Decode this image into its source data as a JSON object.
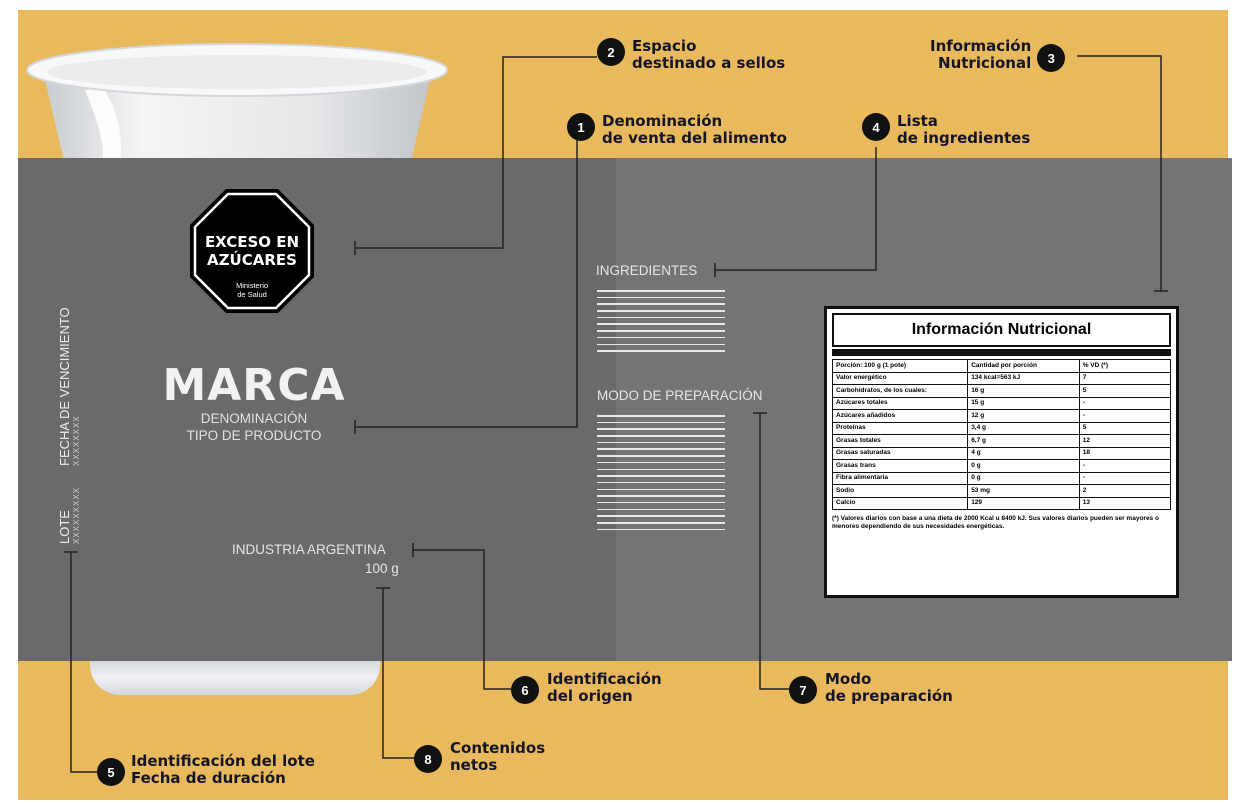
{
  "callouts": [
    {
      "num": "1",
      "line1": "Denominación",
      "line2": "de venta del alimento"
    },
    {
      "num": "2",
      "line1": "Espacio",
      "line2": "destinado a sellos"
    },
    {
      "num": "3",
      "line1": "Información",
      "line2": "Nutricional"
    },
    {
      "num": "4",
      "line1": "Lista",
      "line2": "de ingredientes"
    },
    {
      "num": "5",
      "line1": "Identificación del lote",
      "line2": "Fecha de duración"
    },
    {
      "num": "6",
      "line1": "Identificación",
      "line2": "del origen"
    },
    {
      "num": "7",
      "line1": "Modo",
      "line2": "de preparación"
    },
    {
      "num": "8",
      "line1": "Contenidos",
      "line2": "netos"
    }
  ],
  "seal": {
    "line1": "EXCESO EN",
    "line2": "AZÚCARES",
    "line3": "Ministerio",
    "line4": "de Salud"
  },
  "brand": {
    "name": "MARCA",
    "line1": "DENOMINACIÓN",
    "line2": "TIPO DE PRODUCTO"
  },
  "vertical": {
    "expiry": "FECHA DE VENCIMIENTO",
    "expiry_code": "XXXXXXXX",
    "lot": "LOTE",
    "lot_code": "XXXXXXXXX"
  },
  "origin": {
    "text": "INDUSTRIA ARGENTINA",
    "net": "100 g"
  },
  "sections": {
    "ingredients": "INGREDIENTES",
    "preparation": "MODO DE PREPARACIÓN"
  },
  "nutrition": {
    "title": "Información Nutricional",
    "header": [
      "Porción: 100 g (1 pote)",
      "Cantidad por porción",
      "% VD (*)"
    ],
    "rows": [
      [
        "Valor energético",
        "134 kcal=563 kJ",
        "7"
      ],
      [
        "Carbohidratos, de los cuales:",
        "16 g",
        "5"
      ],
      [
        "Azúcares totales",
        "15 g",
        "-"
      ],
      [
        "Azúcares añadidos",
        "12 g",
        "-"
      ],
      [
        "Proteínas",
        "3,4 g",
        "5"
      ],
      [
        "Grasas totales",
        "6,7 g",
        "12"
      ],
      [
        "Grasas saturadas",
        "4 g",
        "18"
      ],
      [
        "Grasas trans",
        "0 g",
        "-"
      ],
      [
        "Fibra alimentaria",
        "0 g",
        "-"
      ],
      [
        "Sodio",
        "53 mg",
        "2"
      ],
      [
        "Calcio",
        "129",
        "13"
      ]
    ],
    "footnote": "(*) Valores diarios con base a una dieta de 2000 Kcal u 8400 kJ. Sus valores diarios pueden ser mayores o menores dependiendo de sus necesidades energéticas."
  },
  "colors": {
    "background": "#e9b95e",
    "label_left": "#6a6a6c",
    "label_right": "#747476",
    "callout_text": "#15152a"
  }
}
